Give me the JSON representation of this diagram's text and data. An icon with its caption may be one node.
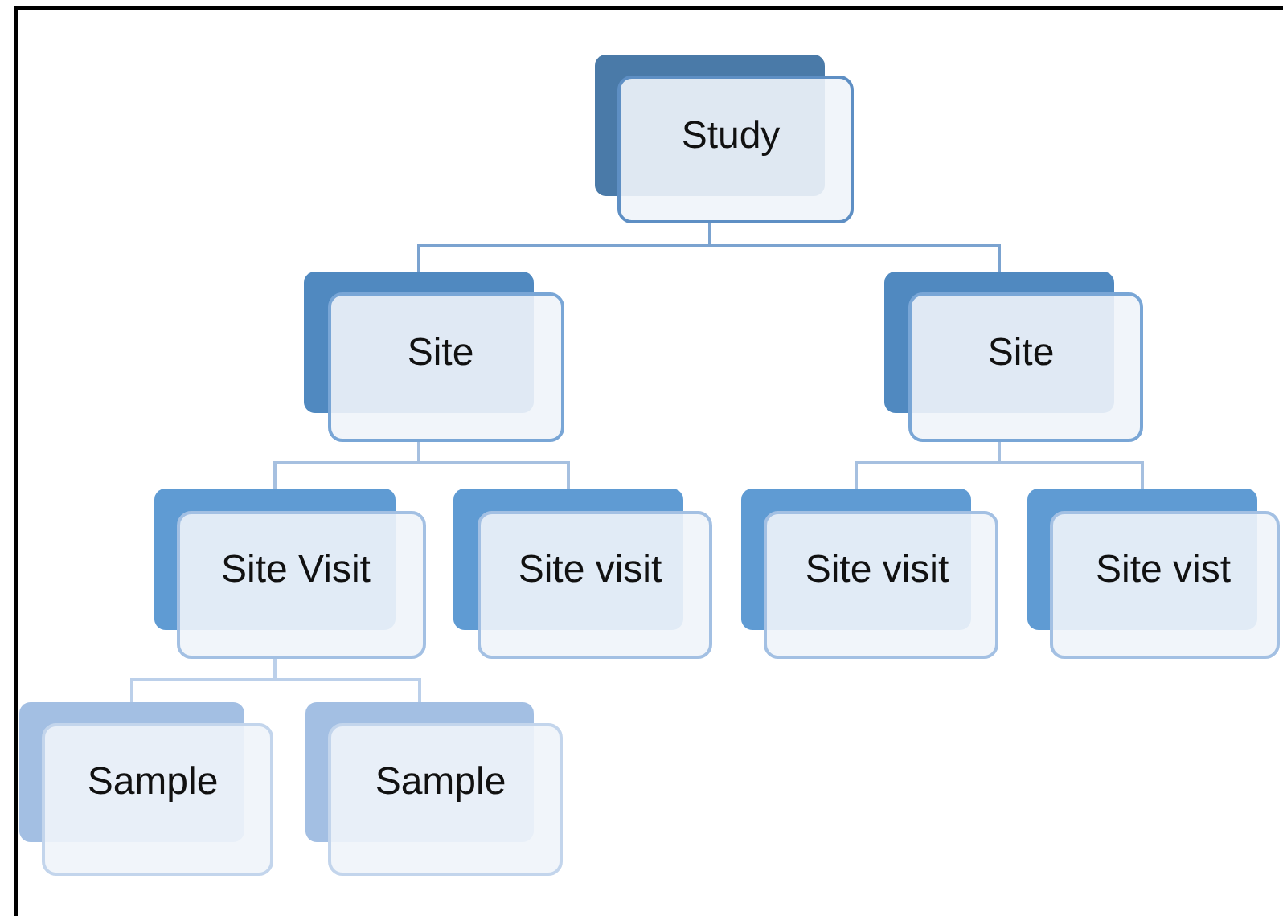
{
  "diagram": {
    "nodes": [
      {
        "text": [
          "Study"
        ]
      },
      {
        "text": [
          "Site"
        ]
      },
      {
        "text": [
          "Site"
        ]
      },
      {
        "text": [
          "Site Visit"
        ]
      },
      {
        "text": [
          "Site visit"
        ]
      },
      {
        "text": [
          "Site visit"
        ]
      },
      {
        "text": [
          "Site vist"
        ]
      },
      {
        "text": [
          "Sample"
        ]
      },
      {
        "text": [
          "Sample"
        ]
      }
    ],
    "edges": [
      {
        "from": 0,
        "to": 1,
        "arrow": "none"
      },
      {
        "from": 0,
        "to": 2,
        "arrow": "none"
      },
      {
        "from": 1,
        "to": 3,
        "arrow": "none"
      },
      {
        "from": 1,
        "to": 4,
        "arrow": "none"
      },
      {
        "from": 2,
        "to": 5,
        "arrow": "none"
      },
      {
        "from": 2,
        "to": 6,
        "arrow": "none"
      },
      {
        "from": 3,
        "to": 7,
        "arrow": "none"
      },
      {
        "from": 3,
        "to": 8,
        "arrow": "none"
      }
    ]
  }
}
